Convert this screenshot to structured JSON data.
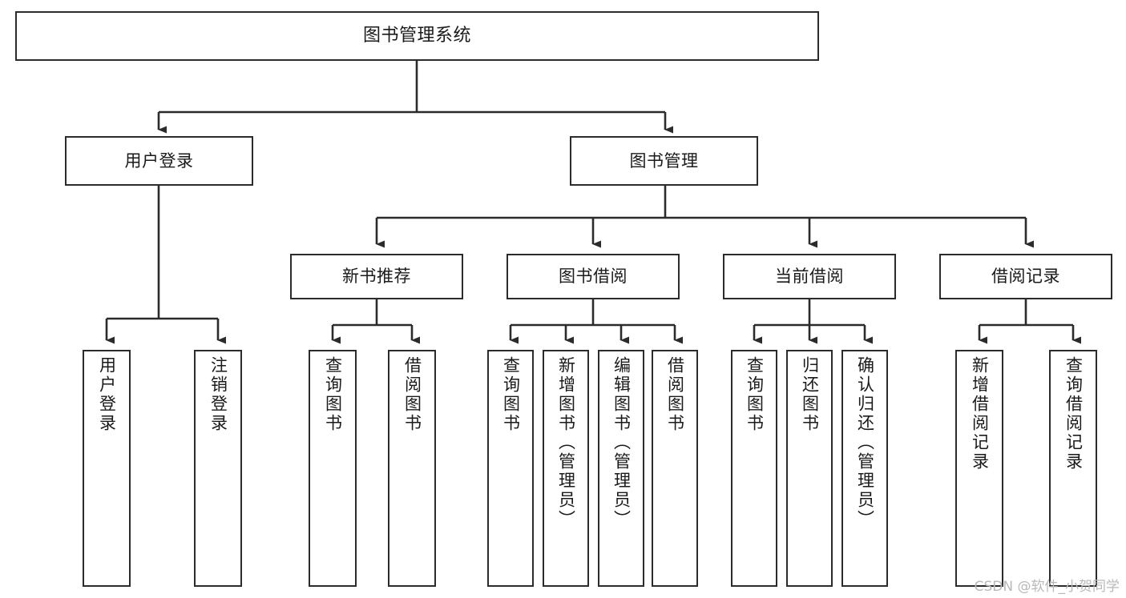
{
  "diagram": {
    "title": "图书管理系统",
    "type": "tree-hierarchy-diagram",
    "root": {
      "id": "root",
      "label": "图书管理系统"
    },
    "level2": [
      {
        "id": "user-login",
        "label": "用户登录"
      },
      {
        "id": "book-manage",
        "label": "图书管理"
      }
    ],
    "level3": [
      {
        "id": "new-book-rec",
        "label": "新书推荐"
      },
      {
        "id": "book-borrow",
        "label": "图书借阅"
      },
      {
        "id": "current-borrow",
        "label": "当前借阅"
      },
      {
        "id": "borrow-record",
        "label": "借阅记录"
      }
    ],
    "leaves": {
      "user_login": [
        {
          "id": "leaf-user-login",
          "label": "用户登录"
        },
        {
          "id": "leaf-logout-login",
          "label": "注销登录"
        }
      ],
      "new_book_rec": [
        {
          "id": "leaf-query-book-1",
          "label": "查询图书"
        },
        {
          "id": "leaf-borrow-book-1",
          "label": "借阅图书"
        }
      ],
      "book_borrow": [
        {
          "id": "leaf-query-book-2",
          "label": "查询图书"
        },
        {
          "id": "leaf-add-book",
          "label": "新增图书（管理员）"
        },
        {
          "id": "leaf-edit-book",
          "label": "编辑图书（管理员）"
        },
        {
          "id": "leaf-borrow-book-2",
          "label": "借阅图书"
        }
      ],
      "current_borrow": [
        {
          "id": "leaf-query-book-3",
          "label": "查询图书"
        },
        {
          "id": "leaf-return-book",
          "label": "归还图书"
        },
        {
          "id": "leaf-confirm-return",
          "label": "确认归还（管理员）"
        }
      ],
      "borrow_record": [
        {
          "id": "leaf-add-record",
          "label": "新增借阅记录"
        },
        {
          "id": "leaf-query-record",
          "label": "查询借阅记录"
        }
      ]
    }
  },
  "watermark": {
    "text": "CSDN @软件_小贺同学"
  },
  "colors": {
    "stroke": "#2b2b2b",
    "background": "#ffffff",
    "text": "#1a1a1a",
    "watermark": "#b9b9b9"
  }
}
